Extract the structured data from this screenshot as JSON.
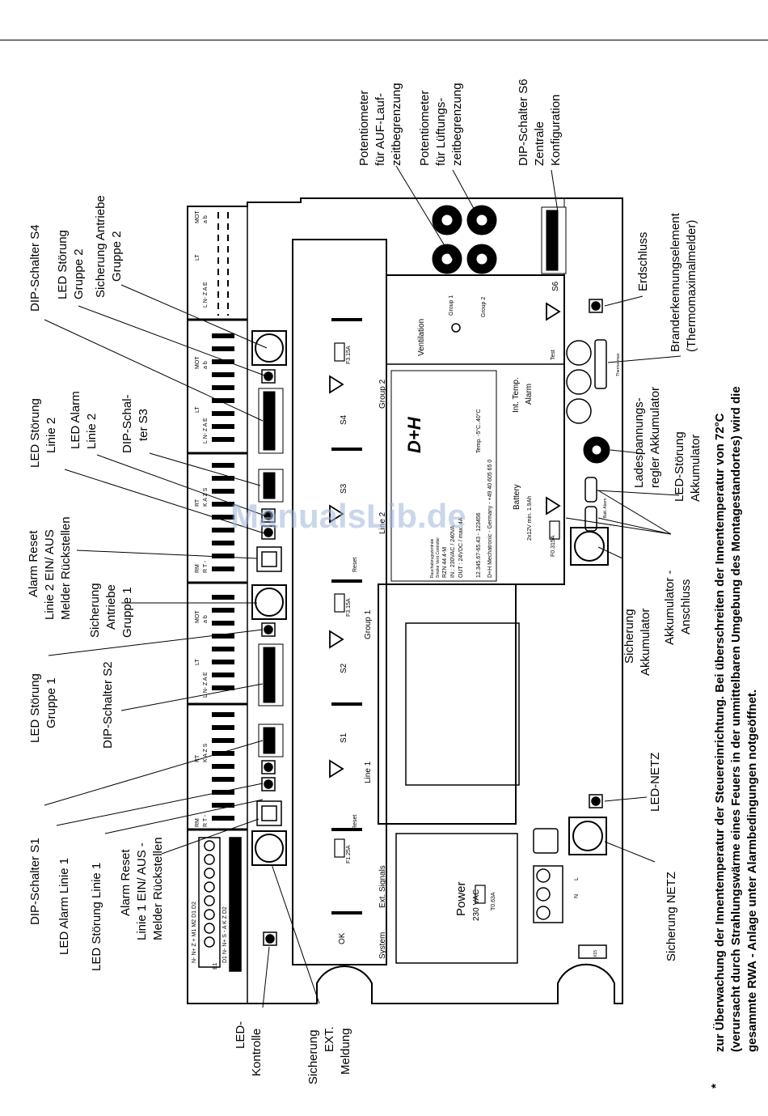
{
  "labels": {
    "pot_auf": [
      "Potentiometer",
      "für AUF-Lauf-",
      "zeitbegrenzung"
    ],
    "pot_lueft": [
      "Potentiometer",
      "für Lüftungs-",
      "zeitbegrenzung"
    ],
    "dip_s6": [
      "DIP-Schalter S6",
      "Zentrale",
      "Konfiguration"
    ],
    "dip_s4": [
      "DIP-Schalter S4"
    ],
    "led_stoer_g2": [
      "LED Störung",
      "Gruppe 2"
    ],
    "sich_antr_g2": [
      "Sicherung Antriebe",
      "Gruppe 2"
    ],
    "branderkennung": [
      "Branderkennungselement",
      "(Thermomaximalmelder)"
    ],
    "erdschluss": [
      "Erdschluss"
    ],
    "led_stoer_l2": [
      "LED Störung",
      "Linie 2"
    ],
    "led_alarm_l2": [
      "LED Alarm",
      "Linie 2"
    ],
    "dip_s3": [
      "DIP-Schal-",
      "ter S3"
    ],
    "ladespannung": [
      "Ladespannungs-",
      "regler Akkumulator"
    ],
    "led_stoer_akku": [
      "LED-Störung",
      "Akkumulator"
    ],
    "alarm_reset_l2": [
      "Alarm Reset",
      "Linie 2 EIN/ AUS",
      "Melder Rückstellen"
    ],
    "sich_antr_g1": [
      "Sicherung",
      "Antriebe",
      "Gruppe 1"
    ],
    "sich_akku": [
      "Sicherung",
      "Akkumulator"
    ],
    "akku_anschluss": [
      "Akkumulator -",
      "Anschluss"
    ],
    "led_stoer_g1": [
      "LED Störung",
      "Gruppe 1"
    ],
    "dip_s2": [
      "DIP-Schalter S2"
    ],
    "dip_s1": [
      "DIP-Schalter S1"
    ],
    "led_alarm_l1": [
      "LED Alarm Linie 1"
    ],
    "led_stoer_l1": [
      "LED Störung Linie 1"
    ],
    "alarm_reset_l1": [
      "Alarm Reset",
      "Linie 1 EIN/ AUS -",
      "Melder Rückstellen"
    ],
    "led_netz": [
      "LED-NETZ"
    ],
    "sich_netz": [
      "Sicherung NETZ"
    ],
    "led_kontrolle": [
      "LED-",
      "Kontrolle"
    ],
    "sich_ext": [
      "Sicherung",
      "EXT.",
      "Meldung"
    ]
  },
  "board": {
    "system": "System",
    "ext_signals": "Ext. Signals",
    "line1": "Line 1",
    "line2": "Line 2",
    "group1": "Group 1",
    "group2": "Group 2",
    "s1": "S1",
    "s2": "S2",
    "s3": "S3",
    "s4": "S4",
    "s6": "S6",
    "ok": "OK",
    "reset": "Reset",
    "power": "Power",
    "power_v": "230 VAC",
    "fuse_t063": "T0.63A",
    "fuse_f125": "F1.25A",
    "fuse_f315_a": "F3.15A",
    "fuse_f315_b": "F3.15A",
    "fuse_f0315": "F0.315A",
    "ventilation": "Ventilation",
    "group1_pot": "Group 1",
    "group2_pot": "Group 2",
    "test": "Test",
    "int_temp": "Int. Temp.",
    "alarm": "Alarm",
    "battery": "Battery",
    "battery_spec": "2x12V  min. 1.9Ah",
    "brand": "D+H",
    "plate": [
      "Rauchabzugszentrale",
      "Smoke Vent Controller",
      "RZN 44  4-M",
      "IN : 230VAC / 240VA",
      "OUT : 24VDC / max. 4A",
      "12.345.67-65.43 - 123456",
      "Temp. -5°C..40°C",
      "D+H Mechatronic - Germany - +49 40 605 65 0"
    ],
    "term_rm": "RM",
    "term_lt": "LT",
    "term_mot": "MOT",
    "term_rt": "RT",
    "term_pins_rm": "R  T  -",
    "term_pins_rt": "K  A  Z  S",
    "term_pins_lt": "L  N-  Z  A  E",
    "term_pins_mot": "a  b",
    "ext_pins_top": "N- N+ Z  +  M1 M2 D1 D2",
    "ext_pins_bot": "D1 N- N+ S  -  A  K  Z  D2",
    "e1": "E1",
    "x15": "X15",
    "n": "N",
    "l": "L",
    "thermo": "Thermo-max",
    "batt": "Batt.",
    "bat_err": "Batt. Alarm"
  },
  "footnote": {
    "star": "*",
    "lines": [
      "zur Überwachung der Innentemperatur der Steuereinrichtung. Bei überschreiten der Innentemperatur von 72°C",
      "(verursacht durch Strahlungswärme eines Feuers in der unmittelbaren Umgebung des Montagestandortes) wird die",
      "gesammte RWA - Anlage unter Alarmbedingungen notgeöffnet."
    ]
  },
  "watermark": "ManualsLib.de"
}
